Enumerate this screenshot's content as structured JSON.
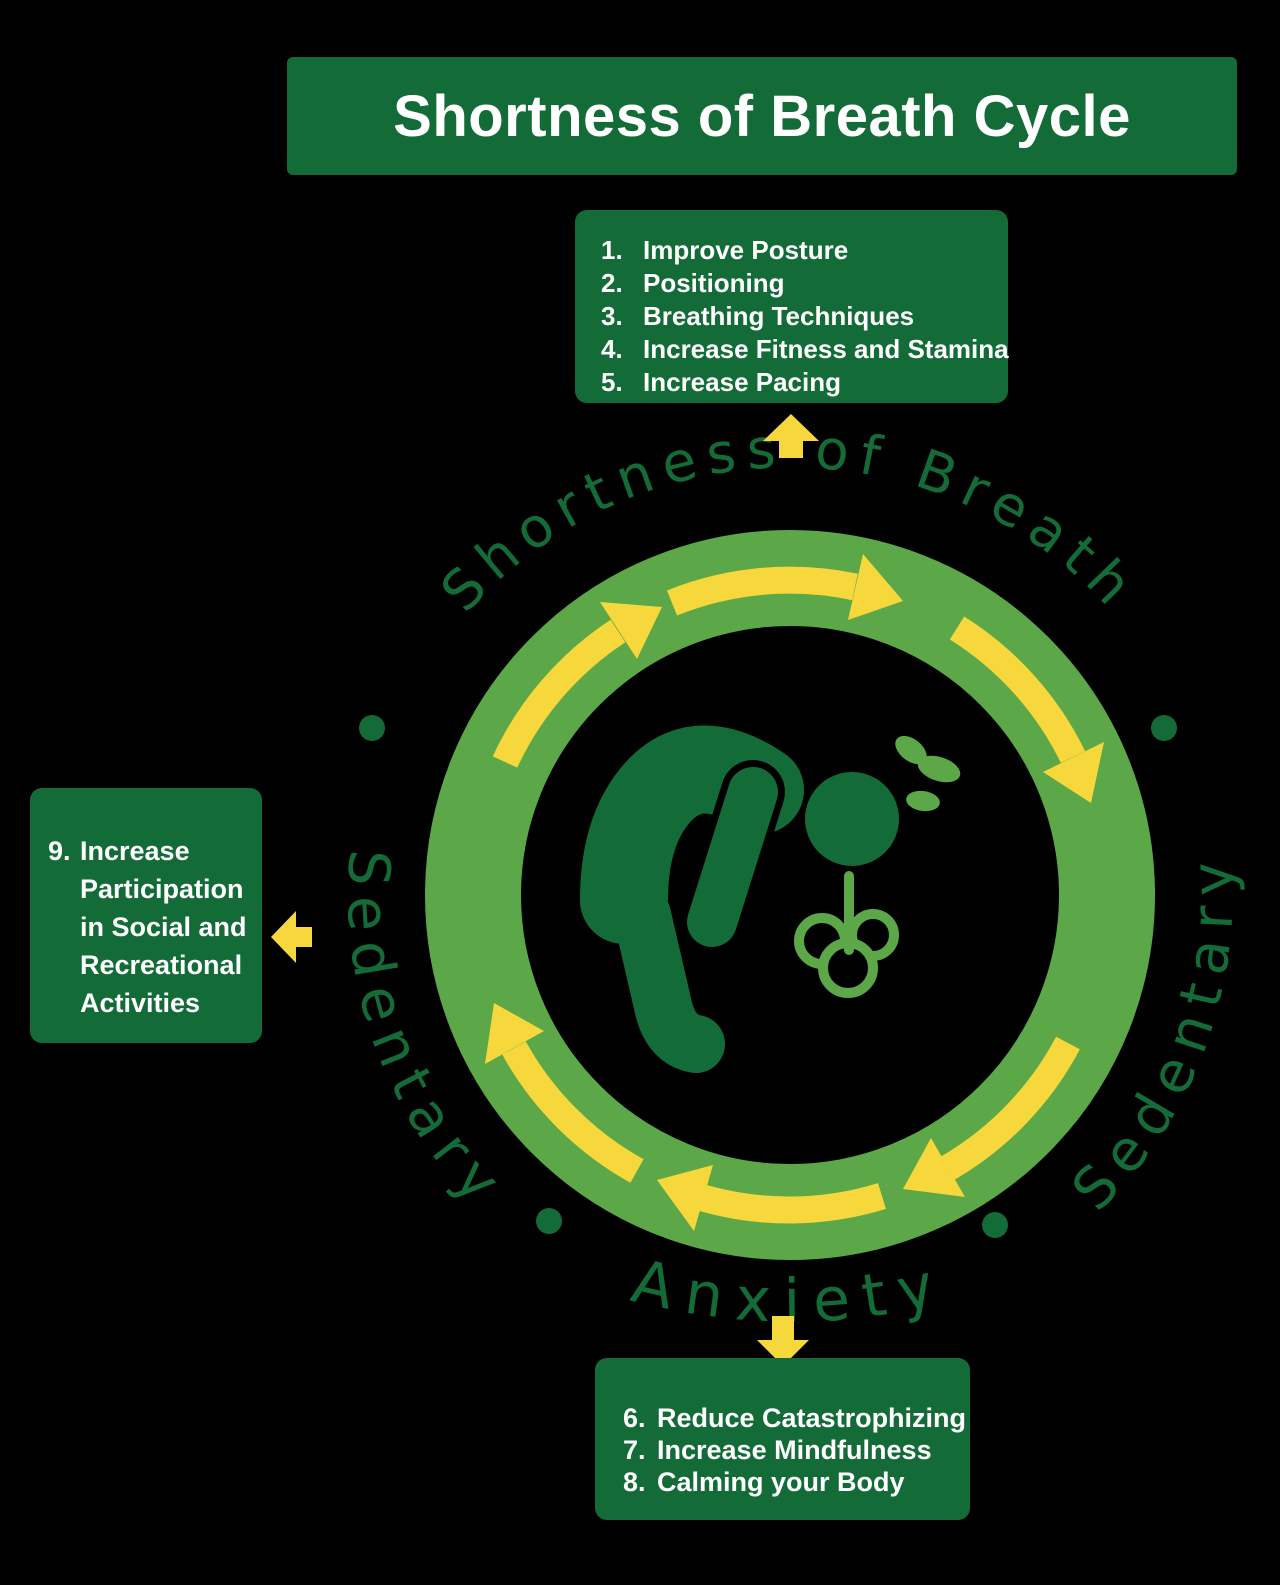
{
  "title": "Shortness of Breath Cycle",
  "cycle_labels": {
    "top": "Shortness of Breath",
    "right": "Sedentary",
    "bottom": "Anxiety",
    "left": "Sedentary"
  },
  "boxes": {
    "top": {
      "items": [
        {
          "num": "1.",
          "text": "Improve Posture"
        },
        {
          "num": "2.",
          "text": "Positioning"
        },
        {
          "num": "3.",
          "text": "Breathing Techniques"
        },
        {
          "num": "4.",
          "text": "Increase Fitness and Stamina"
        },
        {
          "num": "5.",
          "text": "Increase Pacing"
        }
      ]
    },
    "left": {
      "num": "9.",
      "text": "Increase Participation in Social and Recreational Activities"
    },
    "bottom": {
      "items": [
        {
          "num": "6.",
          "text": "Reduce Catastrophizing"
        },
        {
          "num": "7.",
          "text": "Increase Mindfulness"
        },
        {
          "num": "8.",
          "text": "Calming your Body"
        }
      ]
    }
  },
  "icons": {
    "center": "person-bent-over-breathless-icon",
    "cycle_direction": "clockwise-arrows"
  },
  "colors": {
    "background": "#000000",
    "dark_green": "#136C38",
    "ring_green": "#5CA747",
    "yellow": "#F6D73C",
    "text_white": "#FFFFFF"
  }
}
